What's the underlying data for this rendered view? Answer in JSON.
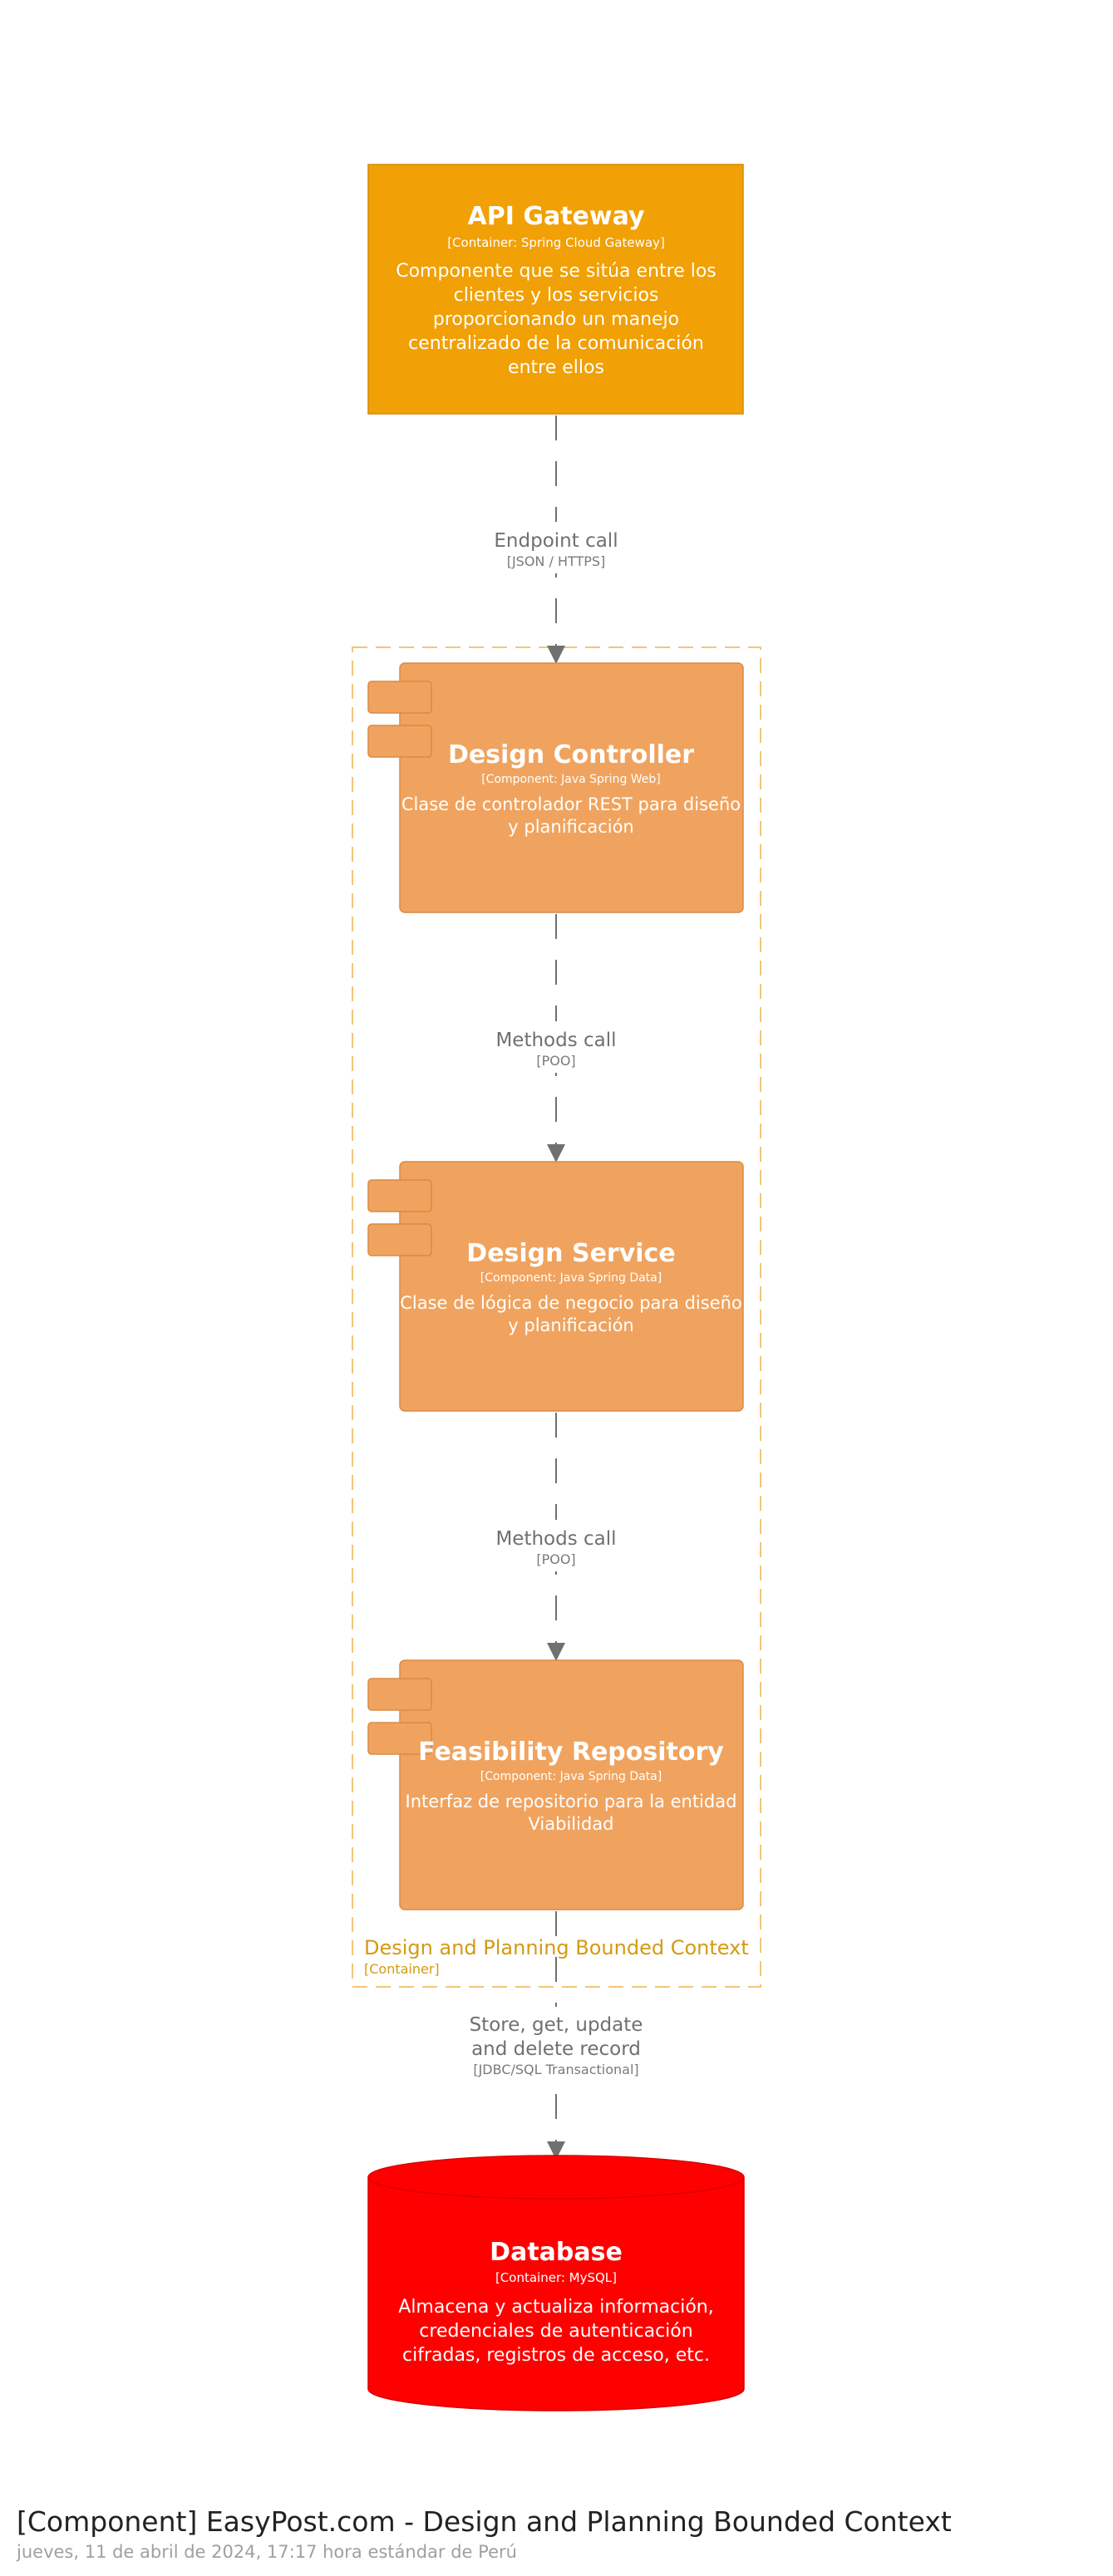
{
  "colors": {
    "container": "#f1a005",
    "component": "#f0a35e",
    "component_stroke": "#d98a45",
    "database": "#ff0000",
    "boundary": "#f2c57a",
    "arrow": "#707070",
    "background": "#ffffff"
  },
  "elements": {
    "api_gateway": {
      "title": "API Gateway",
      "tech": "[Container: Spring Cloud Gateway]",
      "desc": [
        "Componente que se sitúa entre los",
        "clientes y los servicios",
        "proporcionando un manejo",
        "centralizado de la comunicación",
        "entre ellos"
      ]
    },
    "design_controller": {
      "title": "Design Controller",
      "tech": "[Component: Java Spring Web]",
      "desc": [
        "Clase de controlador REST para diseño",
        "y planificación"
      ]
    },
    "design_service": {
      "title": "Design Service",
      "tech": "[Component: Java Spring Data]",
      "desc": [
        "Clase de lógica de negocio para diseño",
        "y planificación"
      ]
    },
    "feasibility_repository": {
      "title": "Feasibility Repository",
      "tech": "[Component: Java Spring Data]",
      "desc": [
        "Interfaz de repositorio para la entidad",
        "Viabilidad"
      ]
    },
    "database": {
      "title": "Database",
      "tech": "[Container: MySQL]",
      "desc": [
        "Almacena y actualiza información,",
        "credenciales de autenticación",
        "cifradas, registros de acceso, etc."
      ]
    }
  },
  "boundary": {
    "title": "Design and Planning Bounded Context",
    "type": "[Container]"
  },
  "relationships": {
    "gateway_to_controller": {
      "label": [
        "Endpoint call"
      ],
      "tech": "[JSON / HTTPS]"
    },
    "controller_to_service": {
      "label": [
        "Methods call"
      ],
      "tech": "[POO]"
    },
    "service_to_repository": {
      "label": [
        "Methods call"
      ],
      "tech": "[POO]"
    },
    "repository_to_database": {
      "label": [
        "Store, get, update",
        "and delete record"
      ],
      "tech": "[JDBC/SQL Transactional]"
    }
  },
  "footer": {
    "title": "[Component] EasyPost.com - Design and Planning Bounded Context",
    "date": "jueves, 11 de abril de 2024, 17:17 hora estándar de Perú"
  }
}
